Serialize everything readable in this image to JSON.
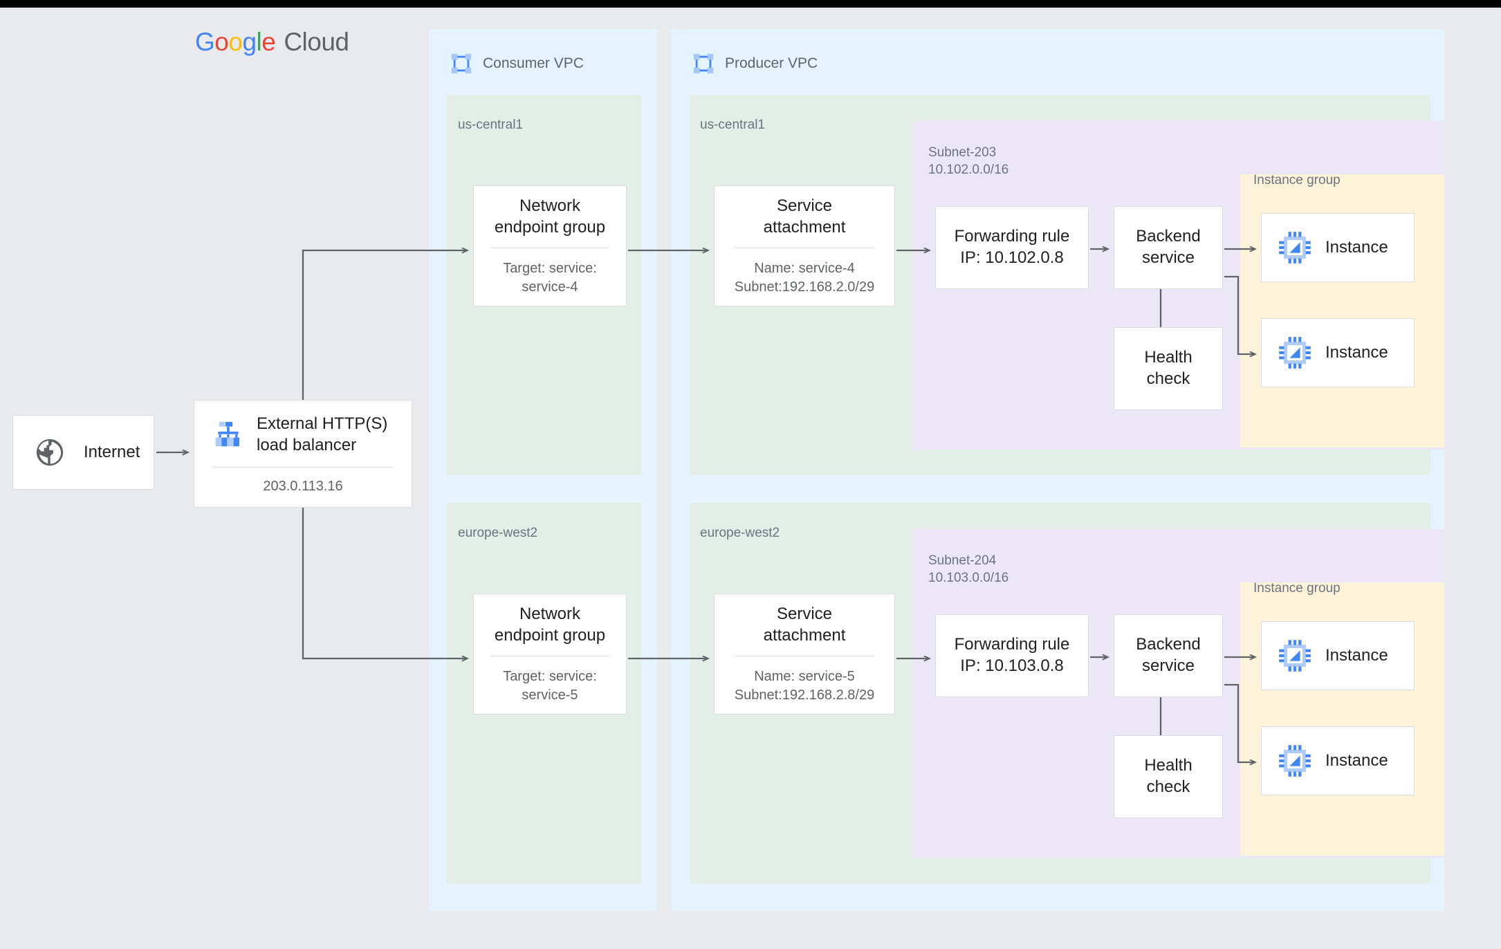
{
  "brand": {
    "logo_letters": [
      "G",
      "o",
      "o",
      "g",
      "l",
      "e"
    ],
    "logo_word": "Cloud",
    "colors": {
      "blue": "#4285F4",
      "red": "#EA4335",
      "yellow": "#FBBC05",
      "green": "#34A853",
      "gray_text": "#5F6368",
      "page_bg": "#e8eaed",
      "vpc_bg": "#e4f3fd",
      "region_bg": "#e3efe6",
      "subnet_bg": "#ece7f6",
      "instance_group_bg": "#fdf3d9",
      "connector": "#5f6368"
    }
  },
  "internet": {
    "label": "Internet",
    "icon": "globe-icon"
  },
  "load_balancer": {
    "title": "External HTTP(S)\nload balancer",
    "ip": "203.0.113.16",
    "icon": "load-balancer-icon"
  },
  "consumer_vpc": {
    "title": "Consumer VPC",
    "icon": "vpc-icon",
    "regions": [
      {
        "name": "us-central1",
        "neg": {
          "title": "Network\nendpoint group",
          "sub": "Target: service:\nservice-4"
        }
      },
      {
        "name": "europe-west2",
        "neg": {
          "title": "Network\nendpoint group",
          "sub": "Target: service:\nservice-5"
        }
      }
    ]
  },
  "producer_vpc": {
    "title": "Producer VPC",
    "icon": "vpc-icon",
    "regions": [
      {
        "name": "us-central1",
        "service_attachment": {
          "title": "Service\nattachment",
          "sub": "Name: service-4\nSubnet:192.168.2.0/29"
        },
        "subnet": {
          "name": "Subnet-203",
          "cidr": "10.102.0.0/16",
          "forwarding_rule": {
            "title": "Forwarding rule\nIP: 10.102.0.8"
          },
          "backend_service": {
            "title": "Backend\nservice"
          },
          "health_check": {
            "title": "Health\ncheck"
          },
          "instance_group": {
            "label": "Instance group",
            "instances": [
              {
                "label": "Instance",
                "icon": "vm-instance-icon"
              },
              {
                "label": "Instance",
                "icon": "vm-instance-icon"
              }
            ]
          }
        }
      },
      {
        "name": "europe-west2",
        "service_attachment": {
          "title": "Service\nattachment",
          "sub": "Name: service-5\nSubnet:192.168.2.8/29"
        },
        "subnet": {
          "name": "Subnet-204",
          "cidr": "10.103.0.0/16",
          "forwarding_rule": {
            "title": "Forwarding rule\nIP: 10.103.0.8"
          },
          "backend_service": {
            "title": "Backend\nservice"
          },
          "health_check": {
            "title": "Health\ncheck"
          },
          "instance_group": {
            "label": "Instance group",
            "instances": [
              {
                "label": "Instance",
                "icon": "vm-instance-icon"
              },
              {
                "label": "Instance",
                "icon": "vm-instance-icon"
              }
            ]
          }
        }
      }
    ]
  }
}
